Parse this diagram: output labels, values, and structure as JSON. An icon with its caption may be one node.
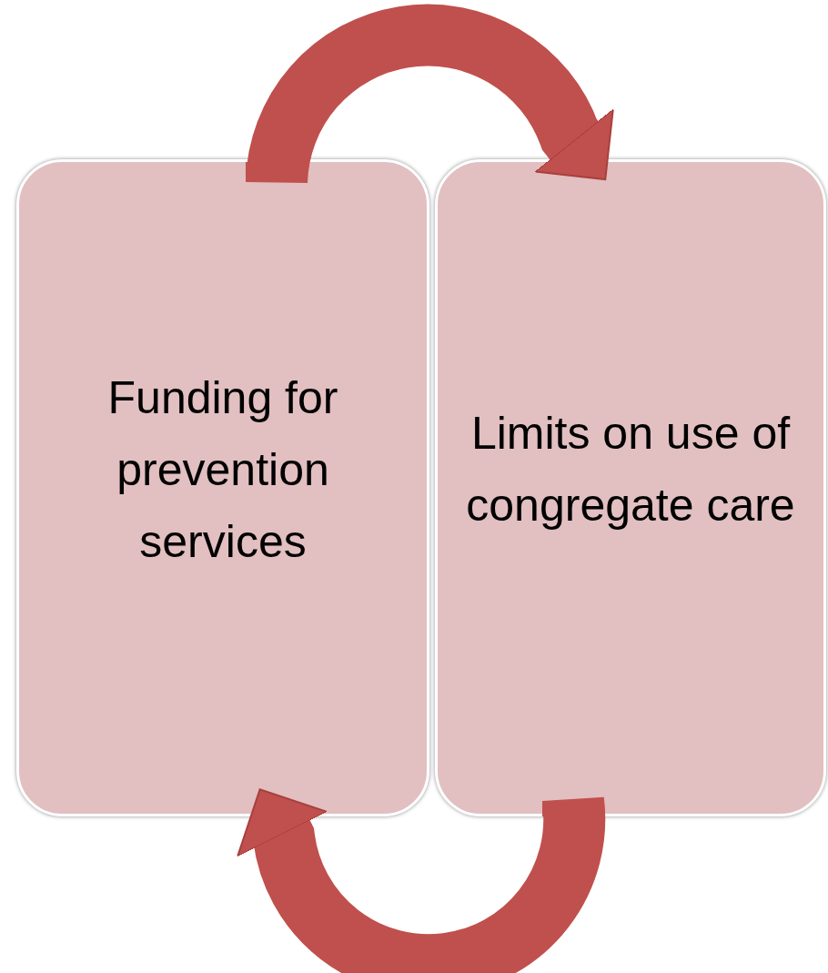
{
  "diagram": {
    "nodes": [
      {
        "text": [
          "Funding for prevention services"
        ]
      },
      {
        "text": [
          "Limits on use of congregate care"
        ]
      }
    ],
    "edges": [
      {
        "from": 0,
        "to": 1,
        "arrow": "to"
      },
      {
        "from": 1,
        "to": 0,
        "arrow": "to"
      }
    ]
  }
}
